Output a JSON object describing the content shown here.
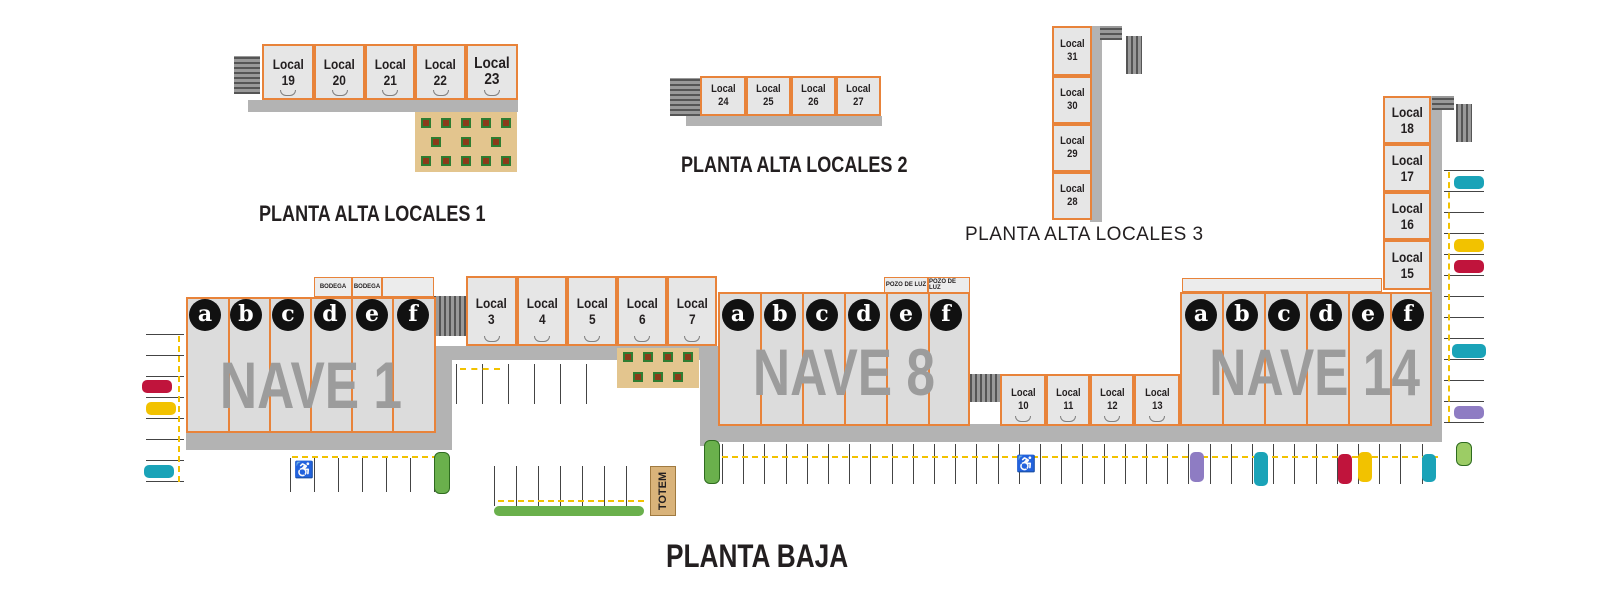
{
  "titles": {
    "alta1": "PLANTA ALTA LOCALES 1",
    "alta2": "PLANTA ALTA LOCALES 2",
    "alta3": "PLANTA ALTA LOCALES 3",
    "baja": "PLANTA BAJA"
  },
  "alta1_locales": [
    "Local\n19",
    "Local\n20",
    "Local\n21",
    "Local\n22",
    "Local\n23"
  ],
  "alta2_locales": [
    "Local\n24",
    "Local\n25",
    "Local\n26",
    "Local\n27"
  ],
  "alta3_locales": [
    "Local\n31",
    "Local\n30",
    "Local\n29",
    "Local\n28"
  ],
  "right_tower_locales": [
    "Local\n18",
    "Local\n17",
    "Local\n16",
    "Local\n15"
  ],
  "center_locales": [
    "Local\n3",
    "Local\n4",
    "Local\n5",
    "Local\n6",
    "Local\n7"
  ],
  "mid_locales": [
    "Local\n10",
    "Local\n11",
    "Local\n12",
    "Local\n13"
  ],
  "naves": {
    "nave1": "NAVE 1",
    "nave8": "NAVE 8",
    "nave14": "NAVE 14"
  },
  "bay_letters": [
    "a",
    "b",
    "c",
    "d",
    "e",
    "f"
  ],
  "bodegas": [
    "BODEGA",
    "BODEGA"
  ],
  "pozo_luz": [
    "POZO DE LUZ",
    "POZO DE LUZ"
  ],
  "totem": "TOTEM",
  "icons": [
    "wheelchair-icon",
    "car-icon",
    "tree-icon",
    "stairs-icon",
    "table-icon"
  ],
  "colors": {
    "wall": "#e8833a",
    "floor": "#d9d9d9",
    "nave_text": "#9c9c9c",
    "terrace": "#e3c58e",
    "parking_dash": "#f2c200",
    "title": "#231f20"
  }
}
